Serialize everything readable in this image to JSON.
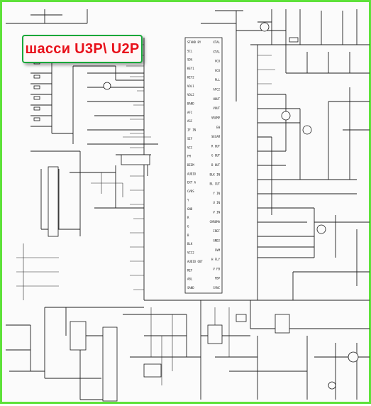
{
  "tag": {
    "text": "шасси U3P\\ U2P"
  },
  "colors": {
    "frame": "#5ee23a",
    "tag_text": "#e8101a",
    "tag_border": "#18a83a",
    "ink": "#1e1e1e"
  },
  "ic_left_pins": [
    "STAND BY",
    "SCL",
    "SDA",
    "KEY1",
    "KEY2",
    "VOL1",
    "VOL2",
    "BAND",
    "AFC",
    "AGC",
    "IF IN",
    "SIF",
    "VCC",
    "FM",
    "DEEM",
    "AUDIO",
    "EXT A",
    "CVBS",
    "Y",
    "GND",
    "R",
    "G",
    "B",
    "BLK",
    "VCC2",
    "AUDIO OUT",
    "REF",
    "ABL",
    "SAND"
  ],
  "ic_right_pins": [
    "XTAL",
    "XTAL",
    "VCO",
    "VCO",
    "PLL",
    "AFC2",
    "HOUT",
    "VOUT",
    "VRAMP",
    "EW",
    "SECAM",
    "R OUT",
    "G OUT",
    "B OUT",
    "BLK IN",
    "BL CUT",
    "Y IN",
    "U IN",
    "V IN",
    "CHROMA",
    "IREF",
    "GND2",
    "SVM",
    "H FLY",
    "V FB",
    "FBP",
    "SYNC"
  ]
}
